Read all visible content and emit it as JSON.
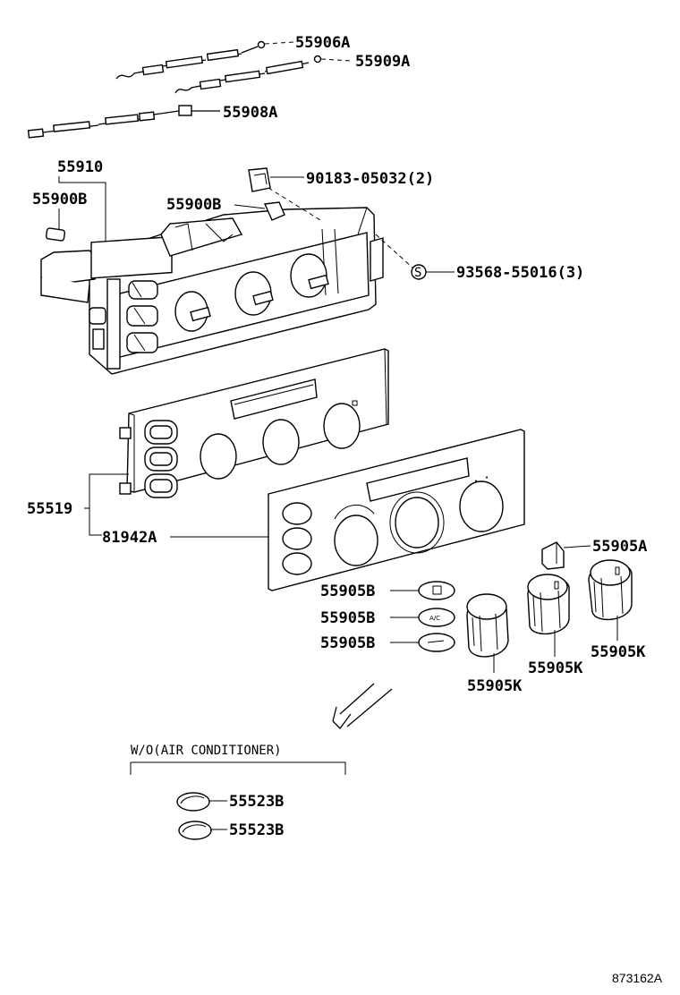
{
  "labels": {
    "cable_1": "55906A",
    "cable_2": "55909A",
    "cable_3": "55908A",
    "assembly": "55910",
    "bulb_left": "55900B",
    "bulb_center": "55900B",
    "clip": "90183-05032(2)",
    "screw": "93568-55016(3)",
    "panel": "55519",
    "plate": "81942A",
    "knob_top_right": "55905A",
    "button_1": "55905B",
    "button_2": "55905B",
    "button_3": "55905B",
    "knob_right": "55905K",
    "knob_middle": "55905K",
    "knob_left": "55905K",
    "blank_1": "55523B",
    "blank_2": "55523B",
    "screw_symbol": "S",
    "ac_text": "A/C"
  },
  "variant_note": "W/O(AIR CONDITIONER)",
  "diagram_id": "873162A"
}
